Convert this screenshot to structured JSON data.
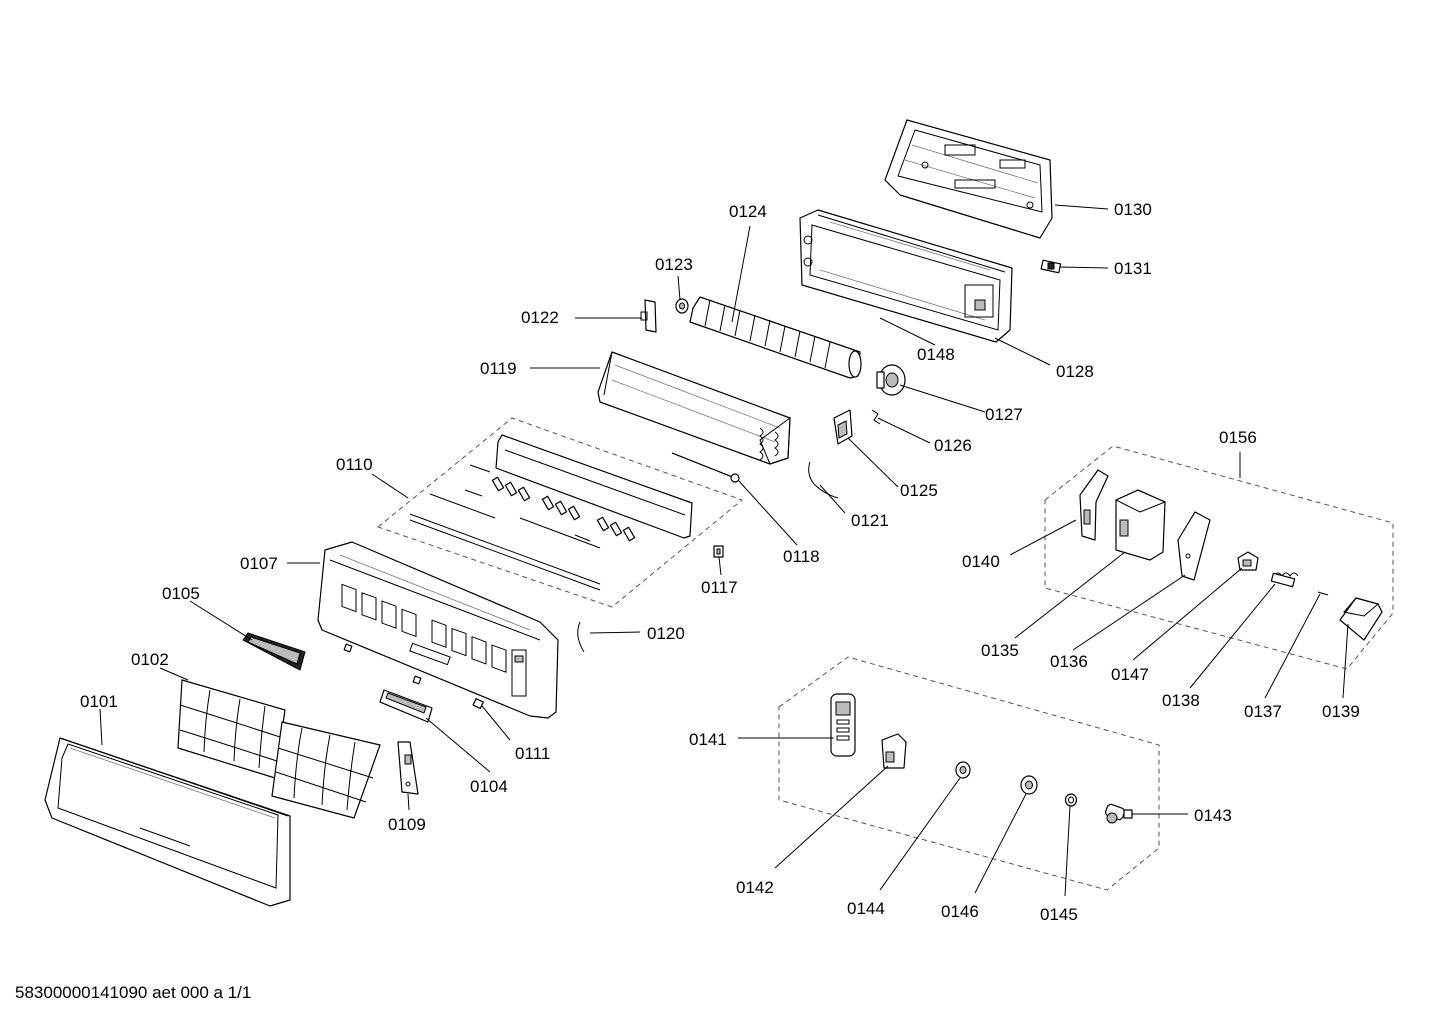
{
  "diagram": {
    "part_labels": {
      "p0130": "0130",
      "p0131": "0131",
      "p0124": "0124",
      "p0123": "0123",
      "p0122": "0122",
      "p0148": "0148",
      "p0128": "0128",
      "p0119": "0119",
      "p0127": "0127",
      "p0126": "0126",
      "p0125": "0125",
      "p0156": "0156",
      "p0110": "0110",
      "p0121": "0121",
      "p0118": "0118",
      "p0107": "0107",
      "p0117": "0117",
      "p0140": "0140",
      "p0105": "0105",
      "p0120": "0120",
      "p0135": "0135",
      "p0136": "0136",
      "p0147": "0147",
      "p0102": "0102",
      "p0138": "0138",
      "p0137": "0137",
      "p0139": "0139",
      "p0101": "0101",
      "p0111": "0111",
      "p0104": "0104",
      "p0141": "0141",
      "p0109": "0109",
      "p0143": "0143",
      "p0142": "0142",
      "p0144": "0144",
      "p0146": "0146",
      "p0145": "0145"
    },
    "footer_code": "58300000141090 aet 000 a 1/1"
  }
}
